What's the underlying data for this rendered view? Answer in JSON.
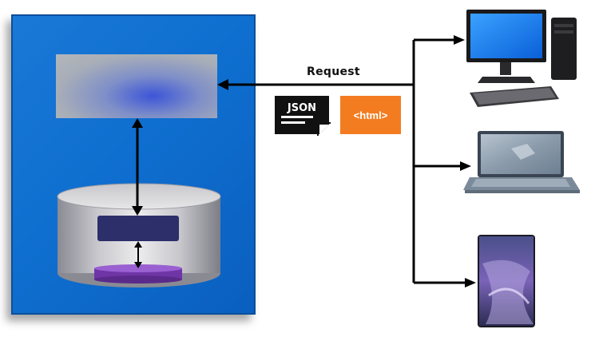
{
  "diagram": {
    "request_label": "Request",
    "json_badge_text": "JSON",
    "html_badge_text": "<html>",
    "colors": {
      "server_panel": "#1172d3",
      "html_badge": "#f47c20",
      "json_badge": "#111111",
      "arrow": "#000000",
      "database_inner_box": "#2c2f6a",
      "database_disk": "#7a3fb0"
    },
    "icons": [
      "json-file-icon",
      "html-tag-icon",
      "desktop-computer-icon",
      "laptop-icon",
      "smartphone-icon",
      "database-cylinder-icon"
    ]
  }
}
